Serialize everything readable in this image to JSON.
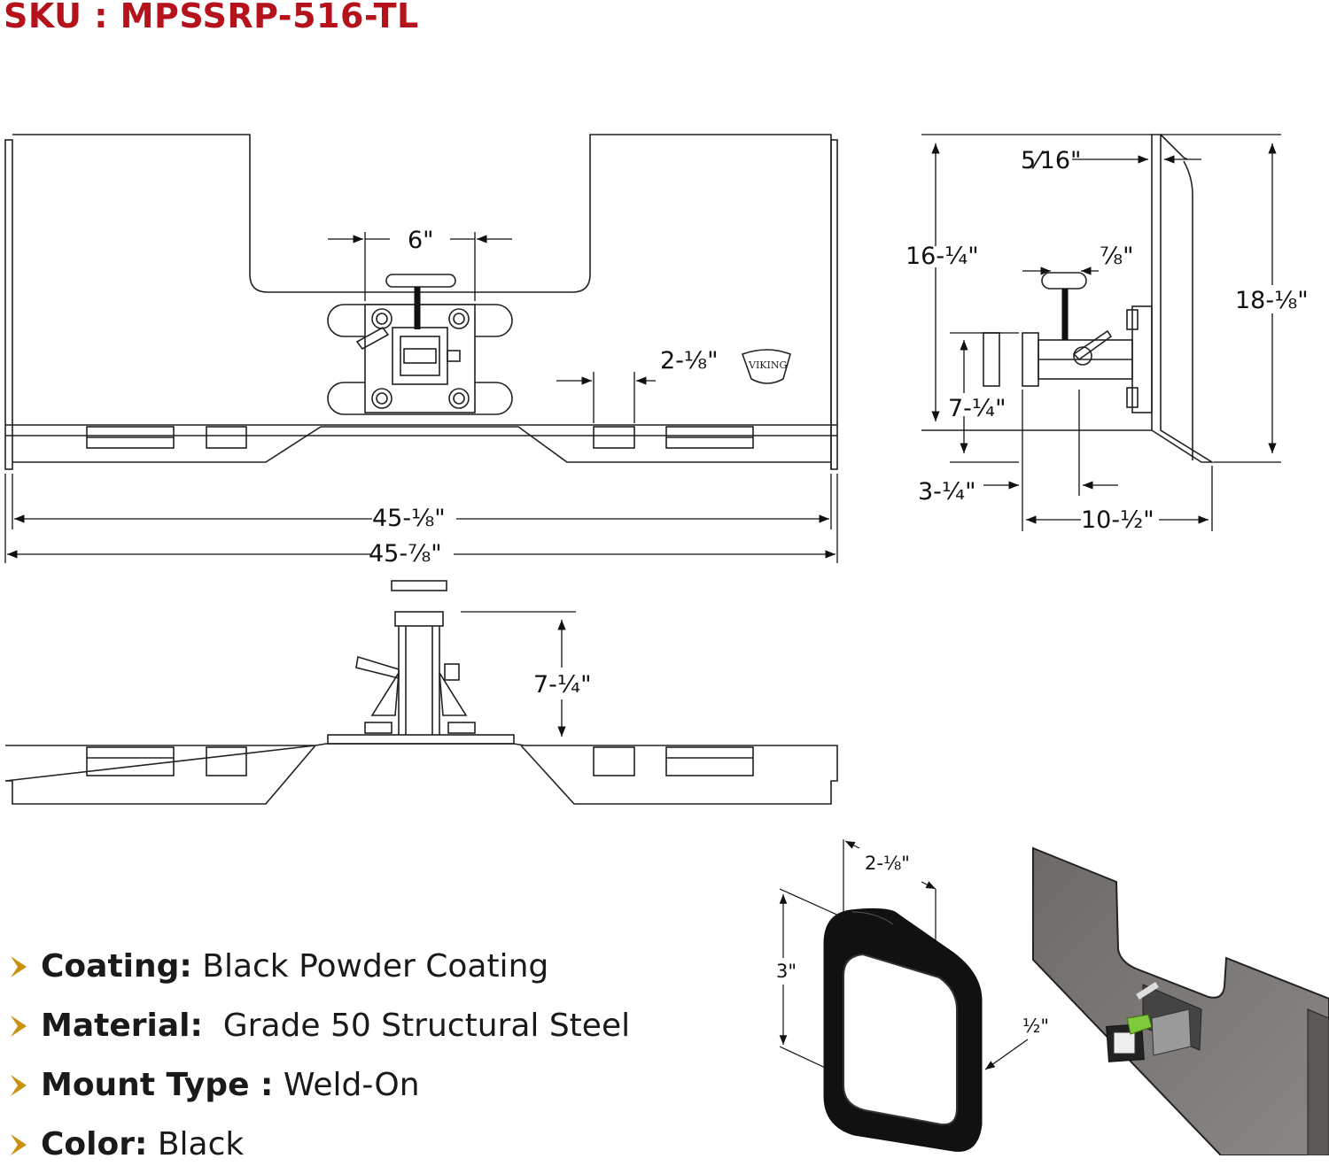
{
  "header": {
    "sku": "SKU : MPSSRP-516-TL"
  },
  "front_view": {
    "dim_hitch_width": "6\"",
    "dim_slot": "2-⅛\"",
    "dim_inner_width": "45-⅛\"",
    "dim_overall_width": "45-⅞\"",
    "logo_text": "VIKING"
  },
  "side_view": {
    "dim_plate": "5⁄16\"",
    "dim_pin": "⅞\"",
    "dim_height_inner": "16-¼\"",
    "dim_height_overall": "18-⅛\"",
    "dim_receiver": "7-¼\"",
    "dim_offset": "3-¼\"",
    "dim_depth": "10-½\""
  },
  "bottom_view": {
    "dim_height": "7-¼\""
  },
  "receiver_detail": {
    "dim_width": "2-⅛\"",
    "dim_height": "3\"",
    "dim_wall": "½\""
  },
  "specs": [
    {
      "label": "Coating:",
      "value": " Black Powder Coating"
    },
    {
      "label": "Material:",
      "value": "  Grade 50 Structural Steel"
    },
    {
      "label": "Mount Type :",
      "value": " Weld-On"
    },
    {
      "label": "Color:",
      "value": " Black"
    }
  ],
  "colors": {
    "sku": "#b5121b",
    "bullet": "#c9920e",
    "line": "#222222"
  }
}
